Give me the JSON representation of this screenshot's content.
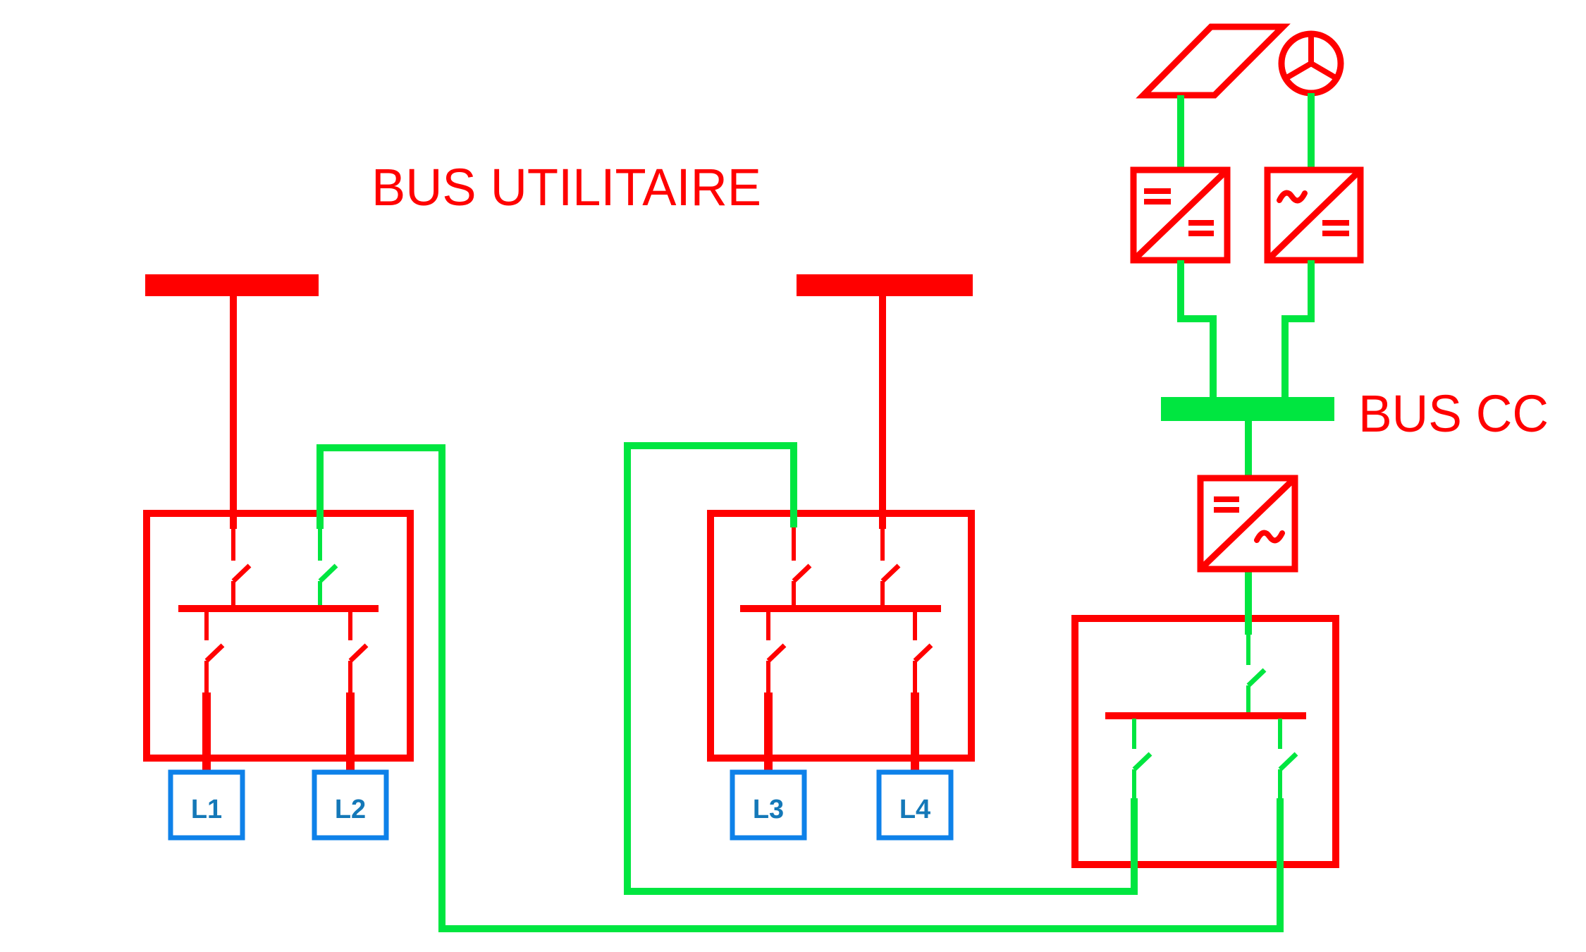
{
  "labels": {
    "bus_utilitaire": "BUS UTILITAIRE",
    "bus_cc": "BUS CC"
  },
  "loads": [
    {
      "label": "L1"
    },
    {
      "label": "L2"
    },
    {
      "label": "L3"
    },
    {
      "label": "L4"
    }
  ],
  "components": {
    "solar_panel": "solar-panel-icon",
    "wind_turbine": "wind-turbine-icon",
    "converter_top_left": "dc-dc-converter",
    "converter_top_right": "ac-dc-converter",
    "converter_below_bus": "dc-ac-converter",
    "switchboards": [
      "utility-switchboard-1",
      "utility-switchboard-2",
      "dc-switchboard"
    ],
    "buses": [
      "utility-bus-1",
      "utility-bus-2",
      "dc-bus"
    ]
  },
  "colors": {
    "red": "#FF0000",
    "green": "#00E640",
    "blue_border": "#0E81E9",
    "blue_text": "#1478B8",
    "background": "#FFFFFF"
  }
}
